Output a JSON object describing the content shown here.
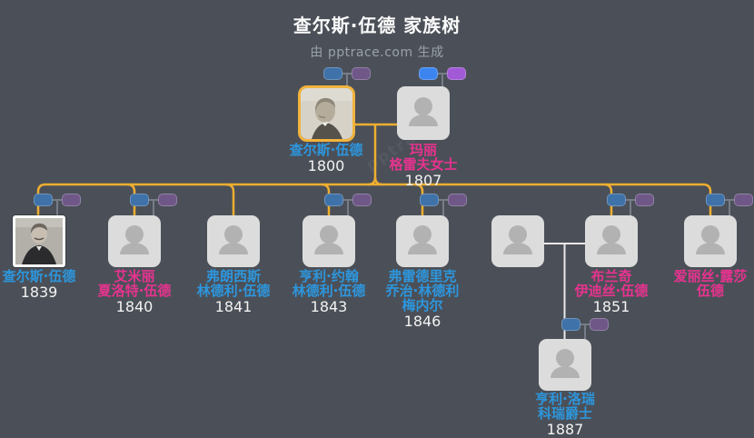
{
  "header": {
    "title": "查尔斯·伍德 家族树",
    "subtitle": "由 pptrace.com 生成"
  },
  "watermark": "pptrace",
  "colors": {
    "bg": "#4b5058",
    "card": "#dcdcdc",
    "card-icon": "#b2b2b2",
    "line-orange": "#eeae30",
    "line-white": "#e9e9e9",
    "stub": "#767d86",
    "selected": "#f2b33d",
    "male-name": "#2d96dd",
    "female-name": "#e7338f",
    "year": "#f2f2f2",
    "subtitle": "#9aa1a9",
    "pill-blue": "#3e72a8",
    "pill-purple": "#6f5787",
    "pill-blue-bright": "#3c85f0",
    "pill-purple-bright": "#a159d6"
  },
  "persons": {
    "charles_sr": {
      "name_lines": [
        "查尔斯·伍德"
      ],
      "year": "1800",
      "gender": "male"
    },
    "mary": {
      "name_lines": [
        "玛丽",
        "格雷夫女士"
      ],
      "year": "1807",
      "gender": "female"
    },
    "charles_jr": {
      "name_lines": [
        "查尔斯·伍德"
      ],
      "year": "1839",
      "gender": "male"
    },
    "emily": {
      "name_lines": [
        "艾米丽",
        "夏洛特·伍德"
      ],
      "year": "1840",
      "gender": "female"
    },
    "francis": {
      "name_lines": [
        "弗朗西斯",
        "林德利·伍德"
      ],
      "year": "1841",
      "gender": "male"
    },
    "henry_john": {
      "name_lines": [
        "亨利·约翰",
        "林德利·伍德"
      ],
      "year": "1843",
      "gender": "male"
    },
    "frederick": {
      "name_lines": [
        "弗雷德里克",
        "乔治·林德利",
        "梅内尔"
      ],
      "year": "1846",
      "gender": "male"
    },
    "blanche": {
      "name_lines": [
        "布兰奇",
        "伊迪丝·伍德"
      ],
      "year": "1851",
      "gender": "female"
    },
    "alice": {
      "name_lines": [
        "爱丽丝·露莎",
        "伍德"
      ],
      "year": "",
      "gender": "female"
    },
    "henry_lowry": {
      "name_lines": [
        "亨利·洛瑞",
        "科瑞爵士"
      ],
      "year": "1887",
      "gender": "male"
    }
  }
}
